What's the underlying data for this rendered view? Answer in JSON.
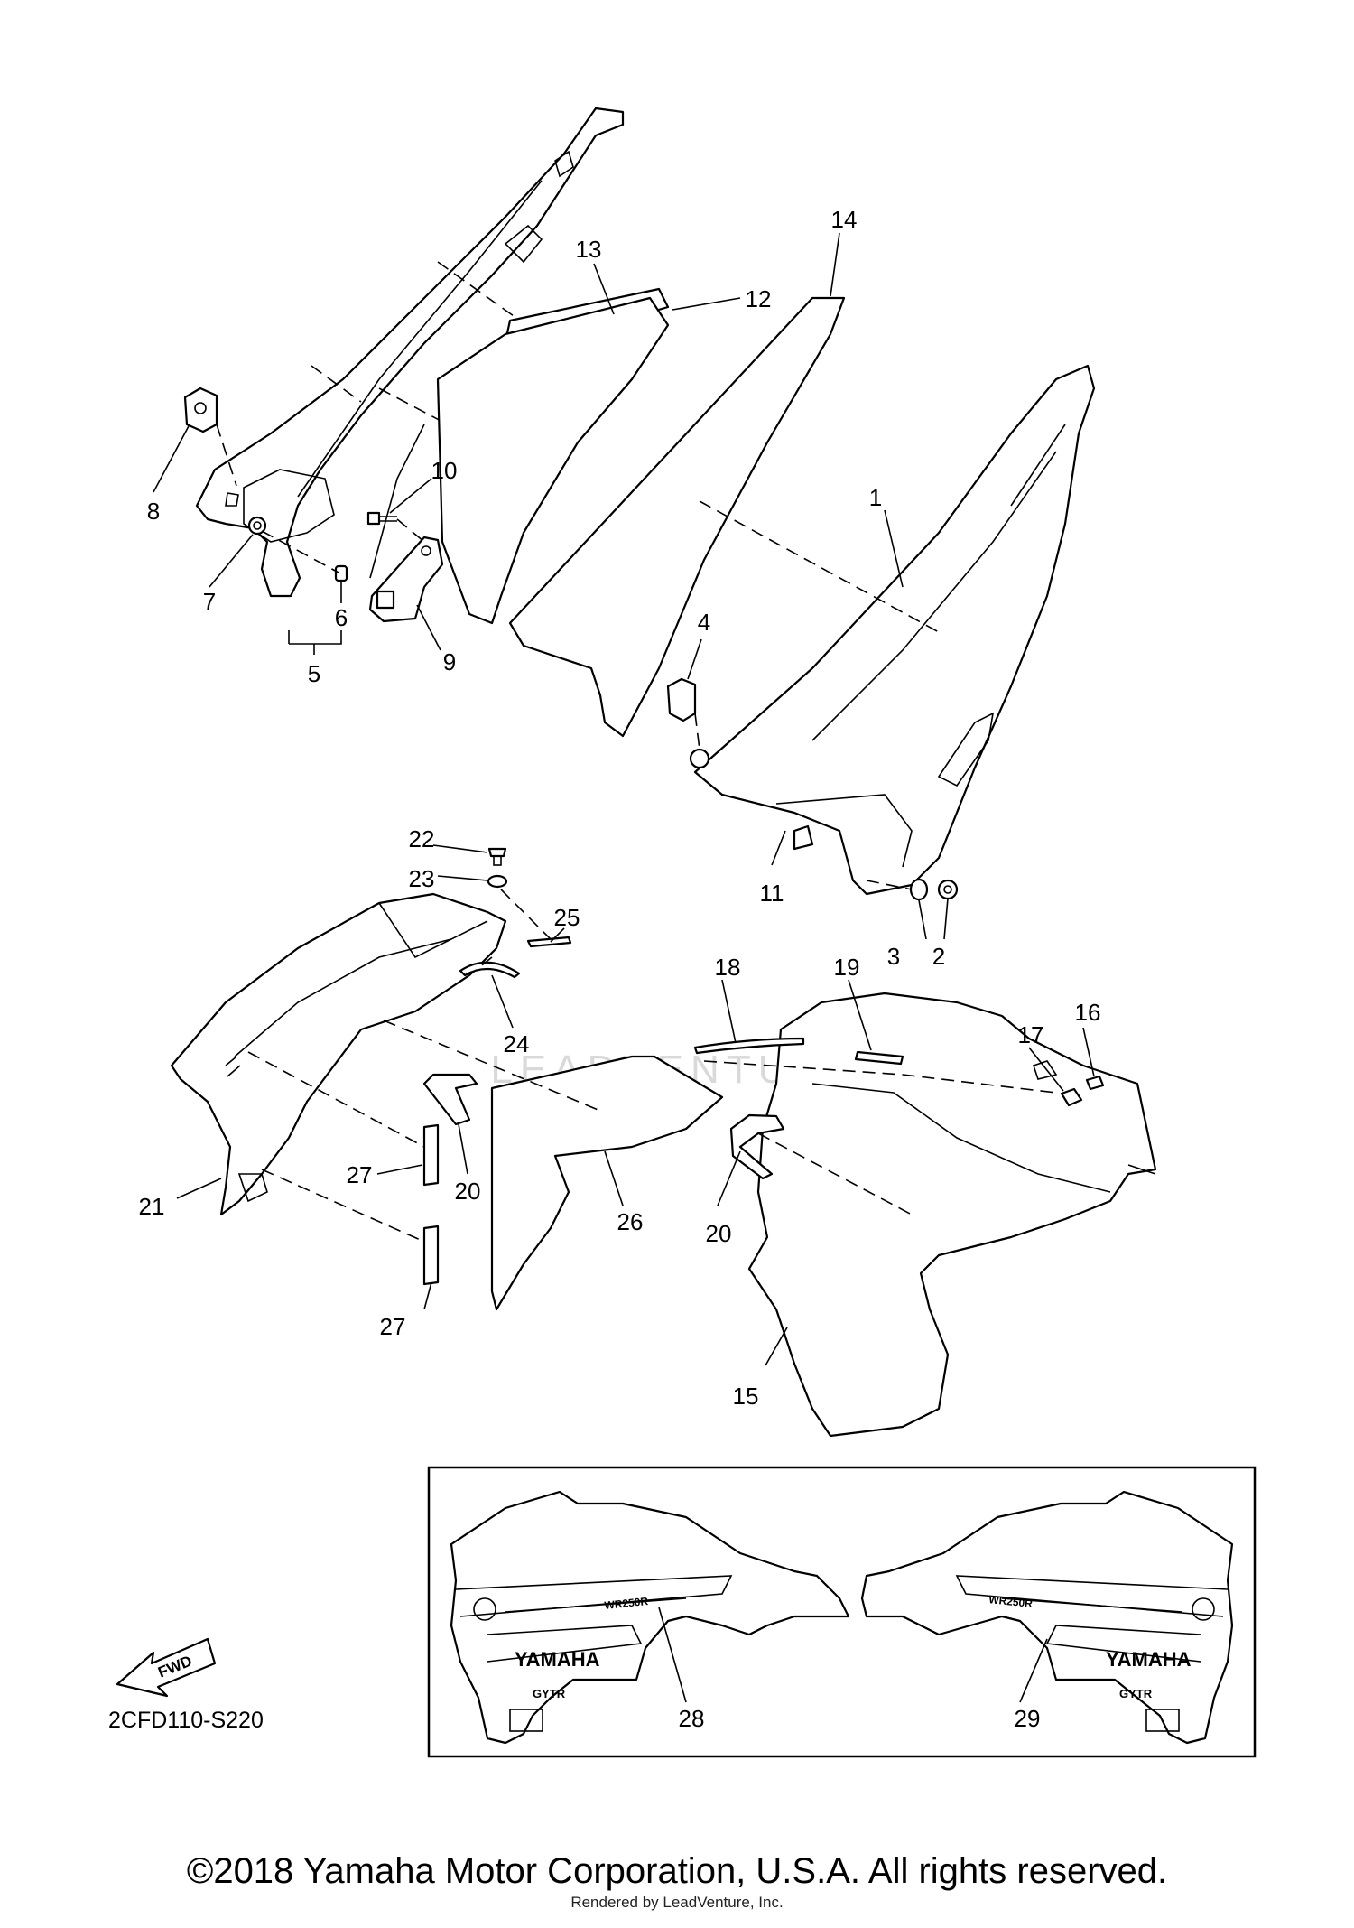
{
  "diagram": {
    "code": "2CFD110-S220",
    "fwd_label": "FWD",
    "copyright": "©2018 Yamaha Motor Corporation, U.S.A. All rights reserved.",
    "rendered_by": "Rendered by LeadVenture, Inc.",
    "watermark": "LEADVENTURE",
    "decal_brand": "YAMAHA",
    "decal_gytr": "GYTR",
    "decal_model": "WR250R",
    "callouts": [
      "1",
      "2",
      "3",
      "4",
      "5",
      "6",
      "7",
      "8",
      "9",
      "10",
      "11",
      "12",
      "13",
      "14",
      "15",
      "16",
      "17",
      "18",
      "19",
      "20",
      "20",
      "21",
      "22",
      "23",
      "24",
      "25",
      "26",
      "27",
      "27",
      "28",
      "29"
    ]
  }
}
